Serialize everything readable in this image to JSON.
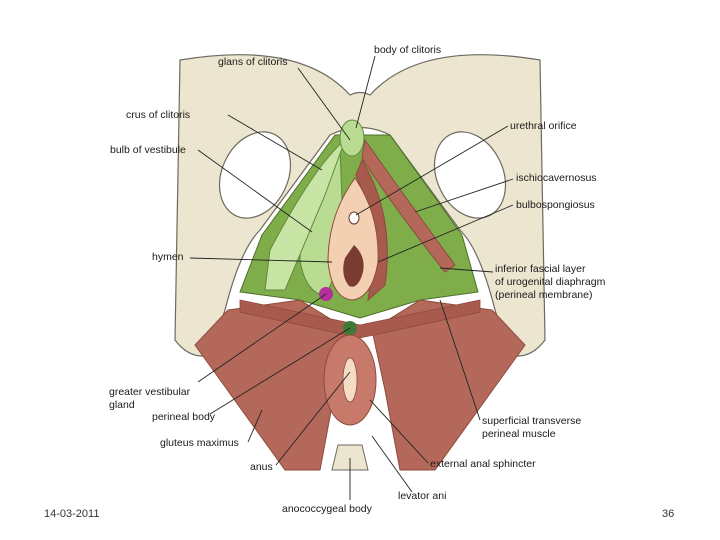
{
  "slide": {
    "date": "14-03-2011",
    "page_number": "36"
  },
  "diagram": {
    "labels": {
      "body_of_clitoris": "body of clitoris",
      "glans_of_clitoris": "glans of clitoris",
      "crus_of_clitoris": "crus of clitoris",
      "bulb_of_vestibule": "bulb of vestibule",
      "urethral_orifice": "urethral orifice",
      "ischiocavernosus": "ischiocavernosus",
      "bulbospongiosus": "bulbospongiosus",
      "hymen": "hymen",
      "inferior_fascial_1": "inferior fascial layer",
      "inferior_fascial_2": "of urogenital diaphragm",
      "inferior_fascial_3": "(perineal membrane)",
      "greater_vestibular_1": "greater vestibular",
      "greater_vestibular_2": "gland",
      "perineal_body": "perineal body",
      "gluteus_maximus": "gluteus maximus",
      "superficial_transverse_1": "superficial transverse",
      "superficial_transverse_2": "perineal muscle",
      "anus": "anus",
      "external_anal_sphincter": "external anal sphincter",
      "levator_ani": "levator ani",
      "anococcygeal_body": "anococcygeal body"
    },
    "colors": {
      "bone": "#ece5cf",
      "bone_outline": "#6d6a5f",
      "muscle": "#b4685a",
      "muscle_dark": "#8e4a3e",
      "membrane": "#7fad4a",
      "erectile": "#b9dc92",
      "vestibule": "#f3d0b2",
      "gland": "#b5309a"
    }
  }
}
